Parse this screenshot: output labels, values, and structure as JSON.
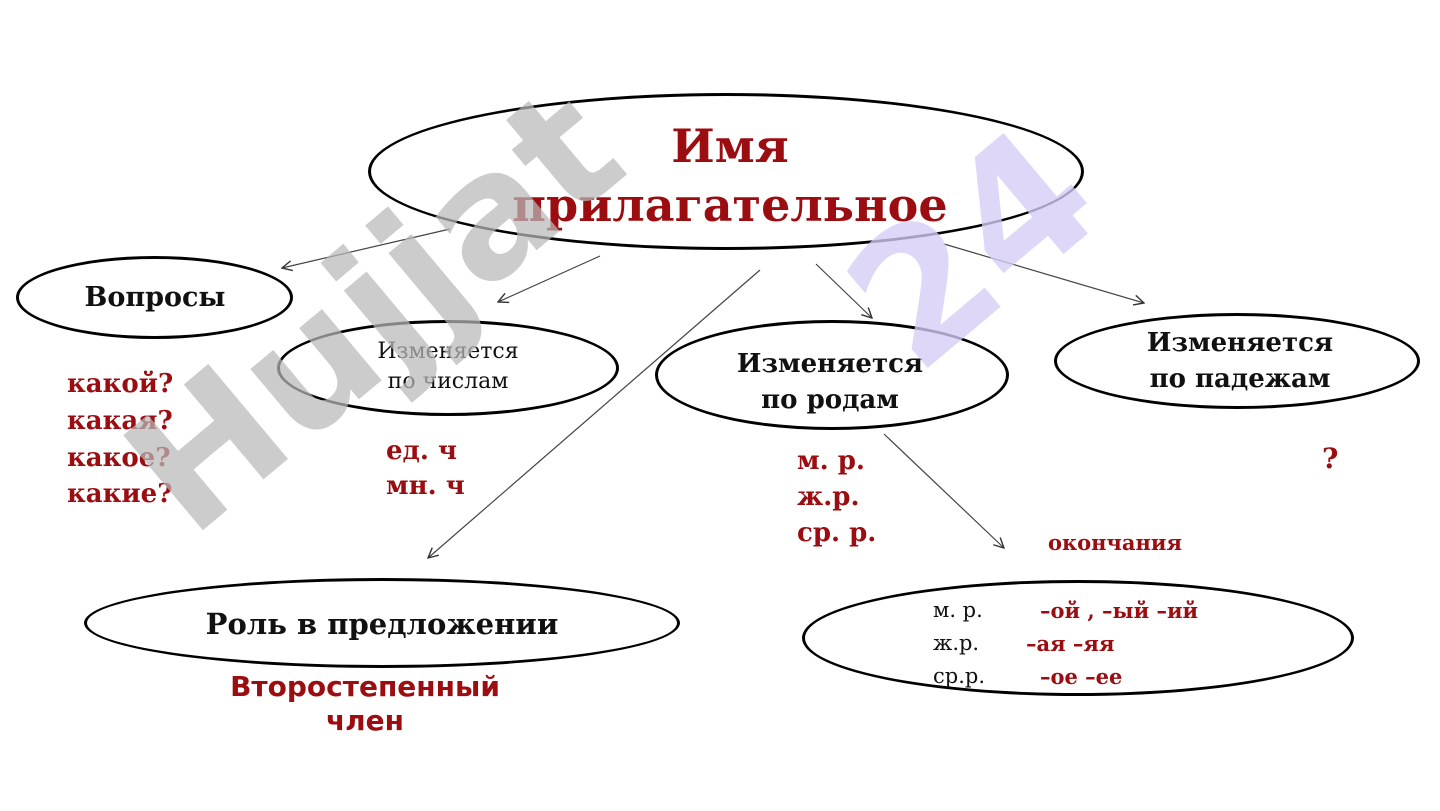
{
  "root": {
    "line1": "Имя",
    "line2": "прилагательное"
  },
  "questions": {
    "title": "Вопросы",
    "items": [
      "какой?",
      "какая?",
      "какое?",
      "какие?"
    ]
  },
  "numbers": {
    "title_line1": "Изменяется",
    "title_line2": "по числам",
    "items": [
      "ед. ч",
      "мн. ч"
    ]
  },
  "genders": {
    "title_line1": "Изменяется",
    "title_line2": "по родам",
    "items": [
      "м. р.",
      "ж.р.",
      "ср. р."
    ]
  },
  "cases": {
    "title_line1": "Изменяется",
    "title_line2": "по падежам",
    "mark": "?"
  },
  "endings": {
    "label": "окончания",
    "rows": [
      {
        "gender": "м. р.",
        "forms": "–ой , –ый –ий"
      },
      {
        "gender": "ж.р.",
        "forms": "–ая –яя"
      },
      {
        "gender": "ср.р.",
        "forms": "–ое –ее"
      }
    ]
  },
  "role": {
    "title": "Роль в предложении",
    "line1": "Второстепенный",
    "line2": "член"
  },
  "watermark": {
    "main": "Hujjat",
    "suffix": "24"
  },
  "colors": {
    "accent": "#9b0d10",
    "watermark_gray": "#b9b9b9",
    "watermark_purple": "#d6cdf6"
  }
}
